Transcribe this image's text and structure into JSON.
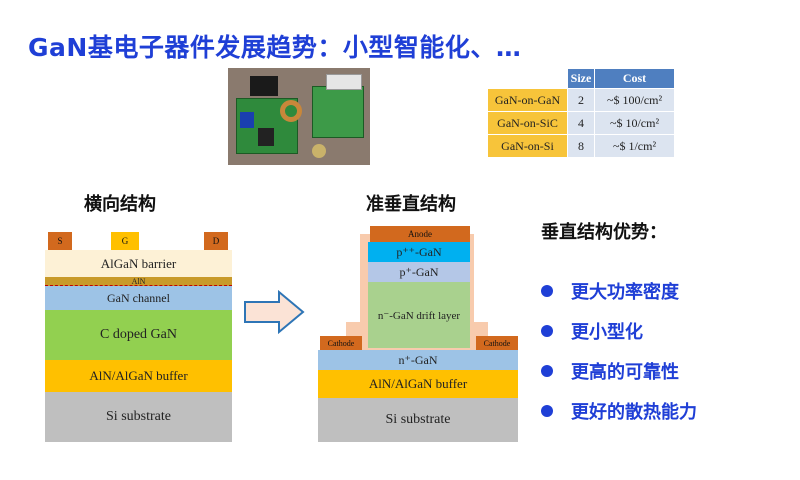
{
  "title": "GaN基电子器件发展趋势：小型智能化、…",
  "photo": {
    "icon": "power-converter-board-photo"
  },
  "table": {
    "headers": [
      "",
      "Size",
      "Cost"
    ],
    "rows": [
      {
        "name": "GaN-on-GaN",
        "size": "2",
        "cost": "~$ 100/cm²"
      },
      {
        "name": "GaN-on-SiC",
        "size": "4",
        "cost": "~$ 10/cm²"
      },
      {
        "name": "GaN-on-Si",
        "size": "8",
        "cost": "~$ 1/cm²"
      }
    ]
  },
  "lateral": {
    "heading": "横向结构",
    "electrodes": {
      "source": "S",
      "gate": "G",
      "drain": "D"
    },
    "layers": {
      "algan": "AlGaN barrier",
      "aln": "AlN",
      "gan_channel": "GaN channel",
      "c_doped": "C doped GaN",
      "buffer": "AlN/AlGaN buffer",
      "substrate": "Si substrate"
    }
  },
  "vertical": {
    "heading": "准垂直结构",
    "anode": "Anode",
    "cathode_left": "Cathode",
    "cathode_right": "Cathode",
    "layers": {
      "p_pp": "p⁺⁺-GaN",
      "p_p": "p⁺-GaN",
      "drift": "n⁻-GaN drift layer",
      "n_plus": "n⁺-GaN",
      "buffer": "AlN/AlGaN buffer",
      "substrate": "Si substrate"
    }
  },
  "advantages": {
    "title": "垂直结构优势：",
    "items": [
      "更大功率密度",
      "更小型化",
      "更高的可靠性",
      "更好的散热能力"
    ]
  },
  "colors": {
    "title_blue": "#1f3fd6",
    "electrode": "#d2691e",
    "algan": "#fdf1d6",
    "gan_channel": "#9dc3e6",
    "c_doped": "#92d050",
    "buffer": "#ffc000",
    "substrate": "#bfbfbf",
    "table_header": "#4f7fc0",
    "table_name": "#f7c43a"
  }
}
